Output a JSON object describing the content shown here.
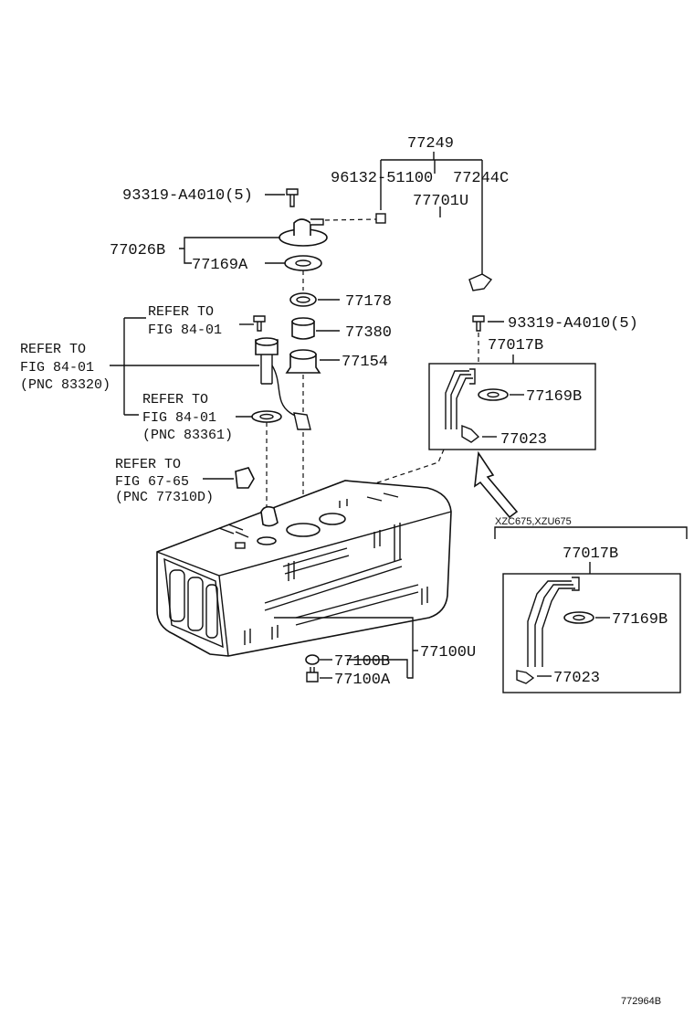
{
  "labels": {
    "p77249": "77249",
    "p96132": "96132-51100",
    "p77244c": "77244C",
    "p77701u": "77701U",
    "p93319_top": "93319-A4010(5)",
    "p77026b": "77026B",
    "p77169a": "77169A",
    "p77178": "77178",
    "p77380": "77380",
    "p77154": "77154",
    "p93319_right": "93319-A4010(5)",
    "p77017b_a": "77017B",
    "p77169b_a": "77169B",
    "p77023_a": "77023",
    "p77017b_b": "77017B",
    "p77169b_b": "77169B",
    "p77023_b": "77023",
    "p77100u": "77100U",
    "p77100b": "77100B",
    "p77100a": "77100A",
    "variant": "XZC675,XZU675",
    "figure_id": "772964B"
  },
  "refs": {
    "ref1": [
      "REFER TO",
      "FIG 84-01"
    ],
    "ref2": [
      "REFER TO",
      "FIG 84-01",
      "(PNC 83320)"
    ],
    "ref3": [
      "REFER TO",
      "FIG 84-01",
      "(PNC 83361)"
    ],
    "ref4": [
      "REFER TO",
      "FIG 67-65",
      "(PNC 77310D)"
    ]
  }
}
